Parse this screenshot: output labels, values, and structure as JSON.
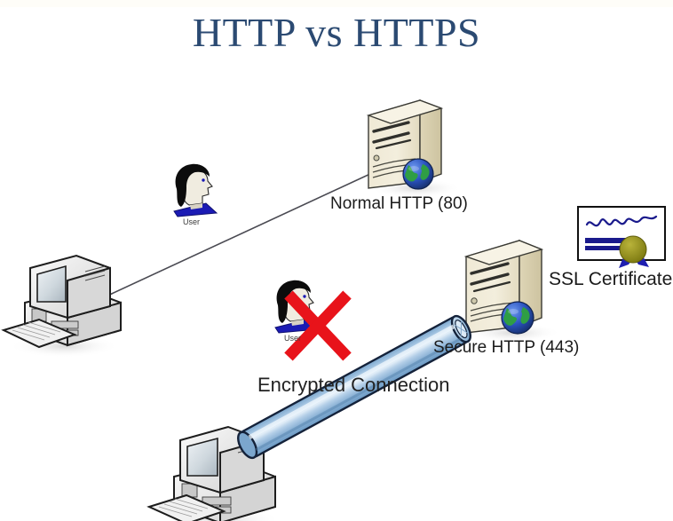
{
  "page": {
    "title": "HTTP vs HTTPS",
    "background_color": "#ffffff",
    "title_color": "#2b4a72"
  },
  "labels": {
    "normal_http": "Normal HTTP (80)",
    "secure_http": "Secure HTTP (443)",
    "ssl_certificate": "SSL Certificate",
    "encrypted_connection": "Encrypted Connection",
    "user_top": "User",
    "user_blocked": "User"
  },
  "colors": {
    "title": "#2b4a72",
    "server_body": "#efe8d2",
    "server_side": "#d8cfae",
    "server_top": "#f6f1e0",
    "tunnel_light": "#cfe1f2",
    "tunnel_mid": "#8fb6d9",
    "tunnel_dark": "#5a87b4",
    "globe_ocean": "#2a52be",
    "globe_land": "#2f9e44",
    "red_x": "#e8131a",
    "certificate_seal": "#8a8718",
    "certificate_ribbon": "#1f1fb0",
    "certificate_ink": "#1a1a8c",
    "pc_body": "#e9e9e9",
    "pc_outline": "#1d1d1d",
    "line": "#4a4a52"
  },
  "nodes": [
    {
      "id": "client-pc-top",
      "kind": "desktop-computer",
      "label": ""
    },
    {
      "id": "client-pc-bottom",
      "kind": "desktop-computer",
      "label": ""
    },
    {
      "id": "server-http",
      "kind": "server",
      "label": "Normal HTTP (80)"
    },
    {
      "id": "server-https",
      "kind": "server",
      "label": "Secure HTTP (443)"
    },
    {
      "id": "eavesdropper-ok",
      "kind": "user-head",
      "label": "User"
    },
    {
      "id": "eavesdropper-blocked",
      "kind": "user-head-blocked",
      "label": "User"
    },
    {
      "id": "ssl-certificate",
      "kind": "certificate",
      "label": "SSL Certificate"
    }
  ],
  "connections": [
    {
      "id": "plain-link",
      "from": "client-pc-top",
      "to": "server-http",
      "style": "thin-line",
      "secure": false
    },
    {
      "id": "secure-link",
      "from": "client-pc-bottom",
      "to": "server-https",
      "style": "tunnel",
      "secure": true,
      "label": "Encrypted Connection"
    }
  ],
  "icons": {
    "globe": "globe-icon",
    "red_x": "red-x-icon",
    "certificate": "certificate-icon",
    "server": "server-icon",
    "desktop": "desktop-computer-icon",
    "user_head": "user-head-icon",
    "tunnel": "encrypted-tunnel-icon"
  }
}
